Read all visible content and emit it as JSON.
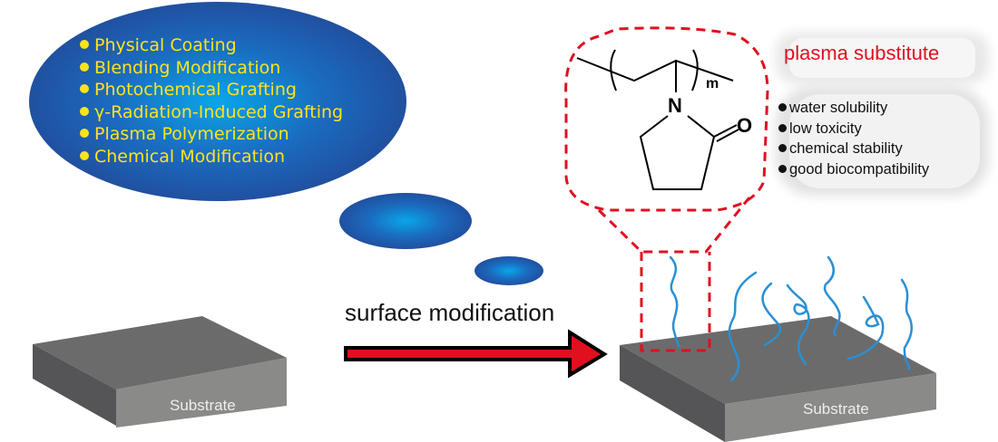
{
  "methods_bubble": {
    "items": [
      "Physical Coating",
      "Blending Modification",
      "Photochemical Grafting",
      "γ-Radiation-Induced Grafting",
      "Plasma Polymerization",
      "Chemical Modification"
    ]
  },
  "arrow": {
    "label": "surface modification"
  },
  "substrate_left": {
    "label": "Substrate"
  },
  "substrate_right": {
    "label": "Substrate"
  },
  "structure": {
    "nitrogen": "N",
    "oxygen": "O",
    "repeat_subscript": "m"
  },
  "properties": {
    "title": "plasma substitute",
    "items": [
      "water solubility",
      "low toxicity",
      "chemical stability",
      "good biocompatibility"
    ]
  },
  "colors": {
    "bubble_dark": "#2150a0",
    "bubble_light": "#0aa6e8",
    "method_text": "#ffe31a",
    "title_red": "#e01020",
    "dash_red": "#e01020",
    "chain_blue": "#2b8fd3",
    "slab_top": "#6b6b6b",
    "slab_front": "#8a8a88",
    "slab_side": "#555557"
  }
}
